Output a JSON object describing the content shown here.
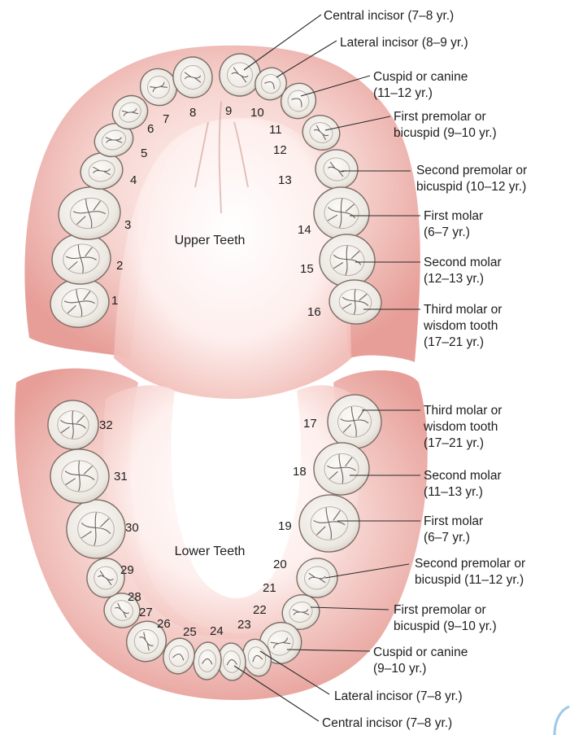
{
  "diagram": {
    "upper_title": "Upper Teeth",
    "lower_title": "Lower Teeth",
    "upper_numbers": [
      "1",
      "2",
      "3",
      "4",
      "5",
      "6",
      "7",
      "8",
      "9",
      "10",
      "11",
      "12",
      "13",
      "14",
      "15",
      "16"
    ],
    "lower_numbers": [
      "17",
      "18",
      "19",
      "20",
      "21",
      "22",
      "23",
      "24",
      "25",
      "26",
      "27",
      "28",
      "29",
      "30",
      "31",
      "32"
    ],
    "upper_labels": [
      {
        "lines": [
          "Central incisor (7–8 yr.)"
        ]
      },
      {
        "lines": [
          "Lateral incisor (8–9 yr.)"
        ]
      },
      {
        "lines": [
          "Cuspid or canine",
          "(11–12 yr.)"
        ]
      },
      {
        "lines": [
          "First premolar or",
          "bicuspid (9–10 yr.)"
        ]
      },
      {
        "lines": [
          "Second premolar or",
          "bicuspid (10–12 yr.)"
        ]
      },
      {
        "lines": [
          "First molar",
          "(6–7 yr.)"
        ]
      },
      {
        "lines": [
          "Second molar",
          "(12–13 yr.)"
        ]
      },
      {
        "lines": [
          "Third molar or",
          "wisdom tooth",
          "(17–21 yr.)"
        ]
      }
    ],
    "lower_labels": [
      {
        "lines": [
          "Third molar or",
          "wisdom tooth",
          "(17–21 yr.)"
        ]
      },
      {
        "lines": [
          "Second molar",
          "(11–13 yr.)"
        ]
      },
      {
        "lines": [
          "First molar",
          "(6–7 yr.)"
        ]
      },
      {
        "lines": [
          "Second premolar or",
          "bicuspid (11–12 yr.)"
        ]
      },
      {
        "lines": [
          "First premolar or",
          "bicuspid (9–10 yr.)"
        ]
      },
      {
        "lines": [
          "Cuspid or canine",
          "(9–10 yr.)"
        ]
      },
      {
        "lines": [
          "Lateral incisor (7–8 yr.)"
        ]
      },
      {
        "lines": [
          "Central incisor (7–8 yr.)"
        ]
      }
    ],
    "colors": {
      "gum": "#f2c9c4",
      "gum_edge": "#e49a94",
      "palate": "#fbe6e3",
      "tooth": "#f2f0ec",
      "tooth_outline": "#7c6c64",
      "text": "#1e1e1e"
    }
  }
}
